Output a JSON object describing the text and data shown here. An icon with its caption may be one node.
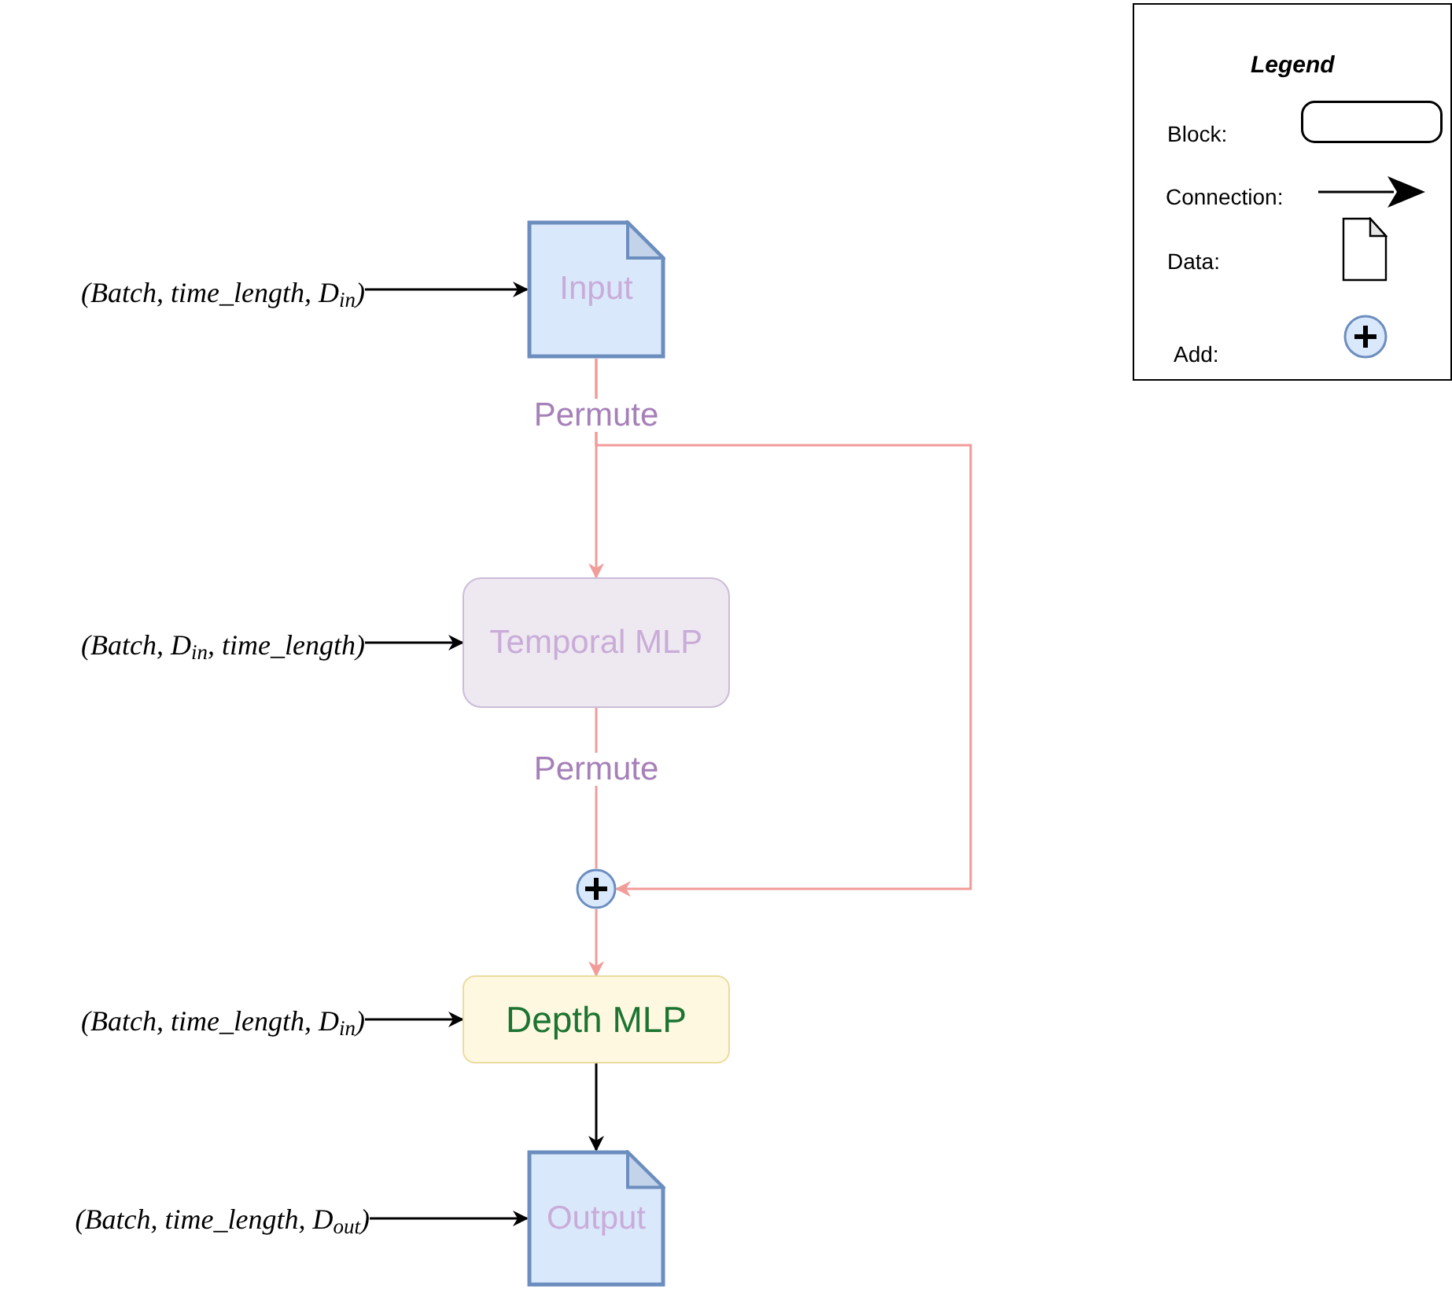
{
  "diagram": {
    "nodes": [
      {
        "text": [
          "(Batch, time_length, D$_{in}$)"
        ]
      },
      {
        "text": [
          "Input"
        ]
      },
      {
        "text": [
          "(Batch, D$_{in}$, time_length)"
        ]
      },
      {
        "text": [
          "Temporal MLP"
        ]
      },
      {
        "text": [],
        "shape": "circle"
      },
      {
        "text": [
          "(Batch, time_length, D$_{in}$)"
        ]
      },
      {
        "text": [
          "Depth MLP"
        ]
      },
      {
        "text": [
          "(Batch, time_length, D$_{out}$)"
        ]
      },
      {
        "text": [
          "Output"
        ]
      }
    ],
    "edges": [
      {
        "from": 0,
        "to": 1,
        "arrow": "to"
      },
      {
        "from": 1,
        "to": 3,
        "arrow": "to",
        "label": "Permute",
        "color": "#f19c99"
      },
      {
        "from": 1,
        "to": 4,
        "arrow": "to",
        "color": "#f19c99"
      },
      {
        "from": 3,
        "to": 4,
        "arrow": "none",
        "label": "Permute",
        "color": "#f19c99"
      },
      {
        "from": 4,
        "to": 6,
        "arrow": "to",
        "color": "#f19c99"
      },
      {
        "from": 2,
        "to": 3,
        "arrow": "to"
      },
      {
        "from": 5,
        "to": 6,
        "arrow": "to"
      },
      {
        "from": 6,
        "to": 8,
        "arrow": "to"
      },
      {
        "from": 7,
        "to": 8,
        "arrow": "to"
      }
    ],
    "labels": [
      "Legend"
    ],
    "legend": [
      {
        "text": "Block:"
      },
      {
        "text": "Connection:"
      },
      {
        "text": "Data:"
      },
      {
        "text": "Add:"
      }
    ]
  }
}
